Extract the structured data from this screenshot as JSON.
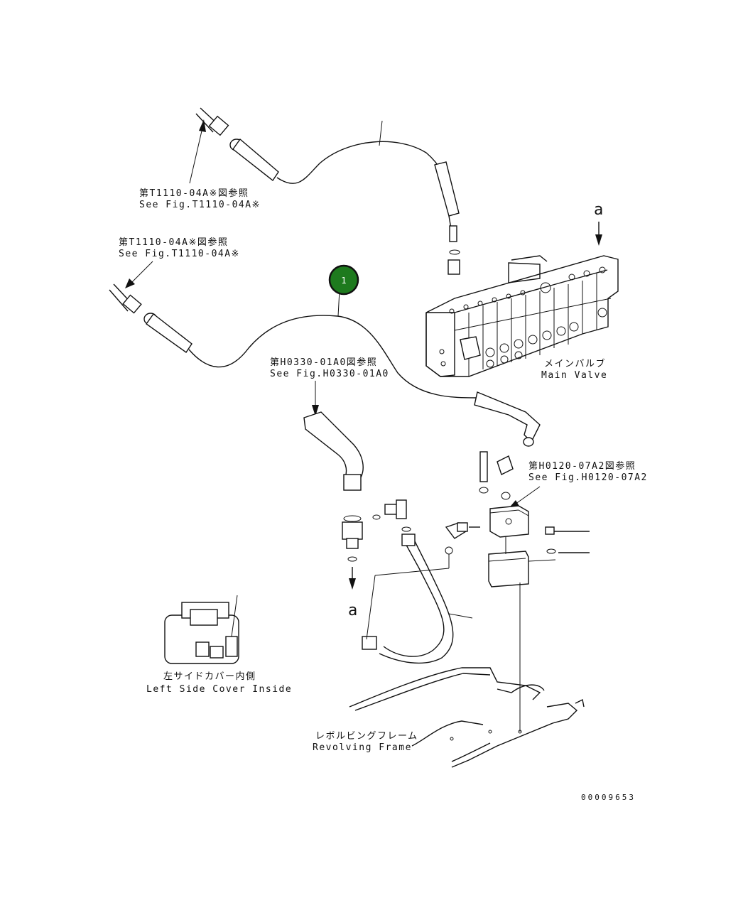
{
  "callout": {
    "number": "1",
    "color": "#1e7a1e"
  },
  "labels": {
    "ref_t1110_upper": {
      "jp": "第T1110-04A※図参照",
      "en": "See Fig.T1110-04A※"
    },
    "ref_t1110_lower": {
      "jp": "第T1110-04A※図参照",
      "en": "See Fig.T1110-04A※"
    },
    "ref_h0330": {
      "jp": "第H0330-01A0図参照",
      "en": "See Fig.H0330-01A0"
    },
    "ref_h0120": {
      "jp": "第H0120-07A2図参照",
      "en": "See Fig.H0120-07A2"
    },
    "main_valve": {
      "jp": "メインバルブ",
      "en": "Main Valve"
    },
    "left_side_cover": {
      "jp": "左サイドカバー内側",
      "en": "Left Side Cover Inside"
    },
    "revolving_frame": {
      "jp": "レボルビングフレーム",
      "en": "Revolving Frame"
    },
    "marker_a_top": "a",
    "marker_a_bottom": "a",
    "drawing_number": "00009653"
  }
}
